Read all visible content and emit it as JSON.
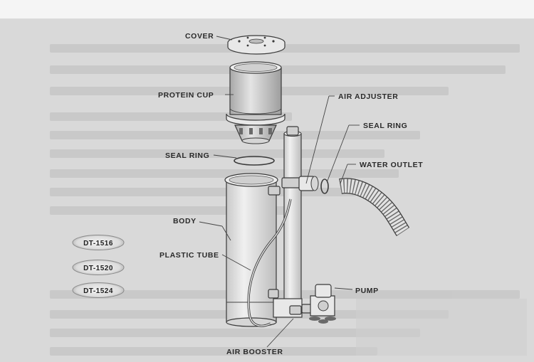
{
  "labels": {
    "cover": "COVER",
    "protein_cup": "PROTEIN CUP",
    "air_adjuster": "AIR ADJUSTER",
    "seal_ring_right": "SEAL RING",
    "seal_ring_left": "SEAL RING",
    "water_outlet": "WATER OUTLET",
    "body": "BODY",
    "plastic_tube": "PLASTIC TUBE",
    "pump": "PUMP",
    "air_booster": "AIR BOOSTER"
  },
  "models": [
    "DT-1516",
    "DT-1520",
    "DT-1524"
  ],
  "colors": {
    "background": "#d9d9d9",
    "badge_fill": "#e6e6e6",
    "badge_ring": "#8a8a8a",
    "ink": "#2a2a2a"
  }
}
